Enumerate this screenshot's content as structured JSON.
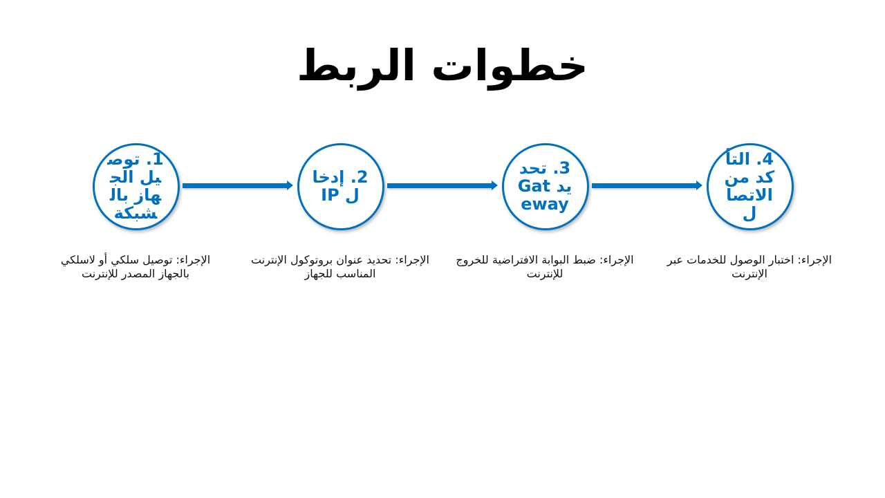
{
  "title": "خطوات الربط",
  "accent_color": "#0070c0",
  "steps": [
    {
      "label": "1. توصيل الجهاز بالشبكة",
      "description": "الإجراء: توصيل سلكي أو لاسلكي بالجهاز المصدر للإنترنت"
    },
    {
      "label": "2. إدخال IP",
      "description": "الإجراء: تحديد عنوان بروتوكول الإنترنت المناسب للجهاز"
    },
    {
      "label": "3. تحديد Gateway",
      "description": "الإجراء: ضبط البوابة الافتراضية للخروج للإنترنت"
    },
    {
      "label": "4. التأكد من الاتصال",
      "description": "الإجراء: اختبار الوصول للخدمات عبر الإنترنت"
    }
  ]
}
